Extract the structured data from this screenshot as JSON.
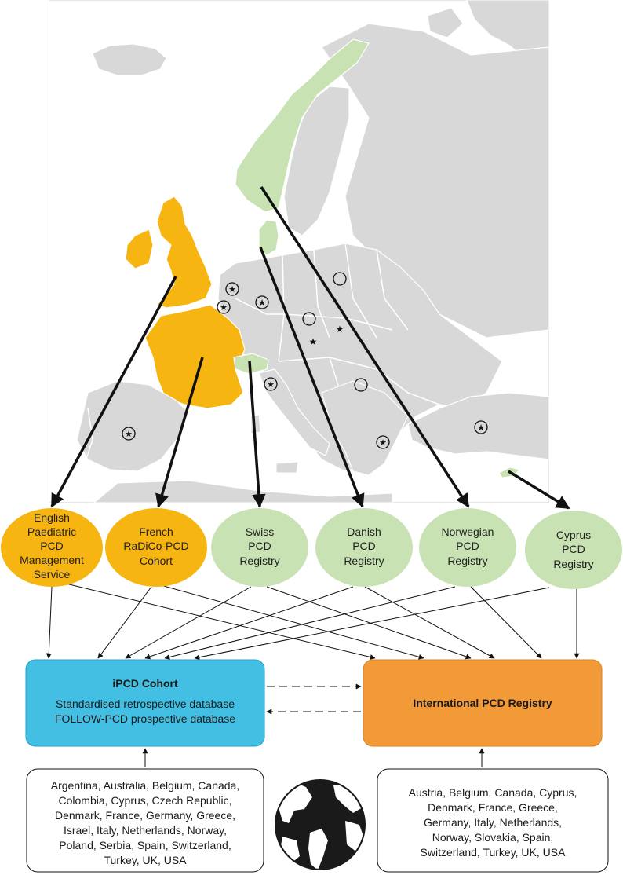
{
  "colors": {
    "sea": "#ffffff",
    "land_gray": "#d8d8d8",
    "land_border": "#ffffff",
    "orange_country": "#f7b512",
    "green_country": "#c8e2b4",
    "node_orange": "#f7b512",
    "node_green": "#c8e2b4",
    "ipcd_box": "#43bfe3",
    "registry_box": "#f39a38",
    "arrow": "#111111"
  },
  "map": {
    "symbols": [
      "circle-star",
      "circle",
      "star"
    ]
  },
  "nodes": [
    {
      "id": "english",
      "lines": [
        "English",
        "Paediatric",
        "PCD",
        "Management",
        "Service"
      ],
      "color": "orange"
    },
    {
      "id": "french",
      "lines": [
        "French",
        "RaDiCo-PCD",
        "Cohort"
      ],
      "color": "orange"
    },
    {
      "id": "swiss",
      "lines": [
        "Swiss",
        "PCD",
        "Registry"
      ],
      "color": "green"
    },
    {
      "id": "danish",
      "lines": [
        "Danish",
        "PCD",
        "Registry"
      ],
      "color": "green"
    },
    {
      "id": "norwegian",
      "lines": [
        "Norwegian",
        "PCD",
        "Registry"
      ],
      "color": "green"
    },
    {
      "id": "cyprus",
      "lines": [
        "Cyprus",
        "PCD",
        "Registry"
      ],
      "color": "green"
    }
  ],
  "ipcd": {
    "title": "iPCD Cohort",
    "line1": "Standardised retrospective database",
    "line2": "FOLLOW-PCD prospective database"
  },
  "registry": {
    "title": "International PCD Registry"
  },
  "ipcd_countries": {
    "lines": [
      "Argentina, Australia, Belgium, Canada,",
      "Colombia, Cyprus, Czech Republic,",
      "Denmark, France, Germany, Greece,",
      "Israel, Italy, Netherlands, Norway,",
      "Poland, Serbia, Spain, Switzerland,",
      "Turkey, UK, USA"
    ]
  },
  "registry_countries": {
    "lines": [
      "Austria, Belgium, Canada, Cyprus,",
      "Denmark, France, Greece,",
      "Germany, Italy, Netherlands,",
      "Norway, Slovakia, Spain,",
      "Switzerland, Turkey, UK, USA"
    ]
  },
  "globe_icon": "globe-icon"
}
